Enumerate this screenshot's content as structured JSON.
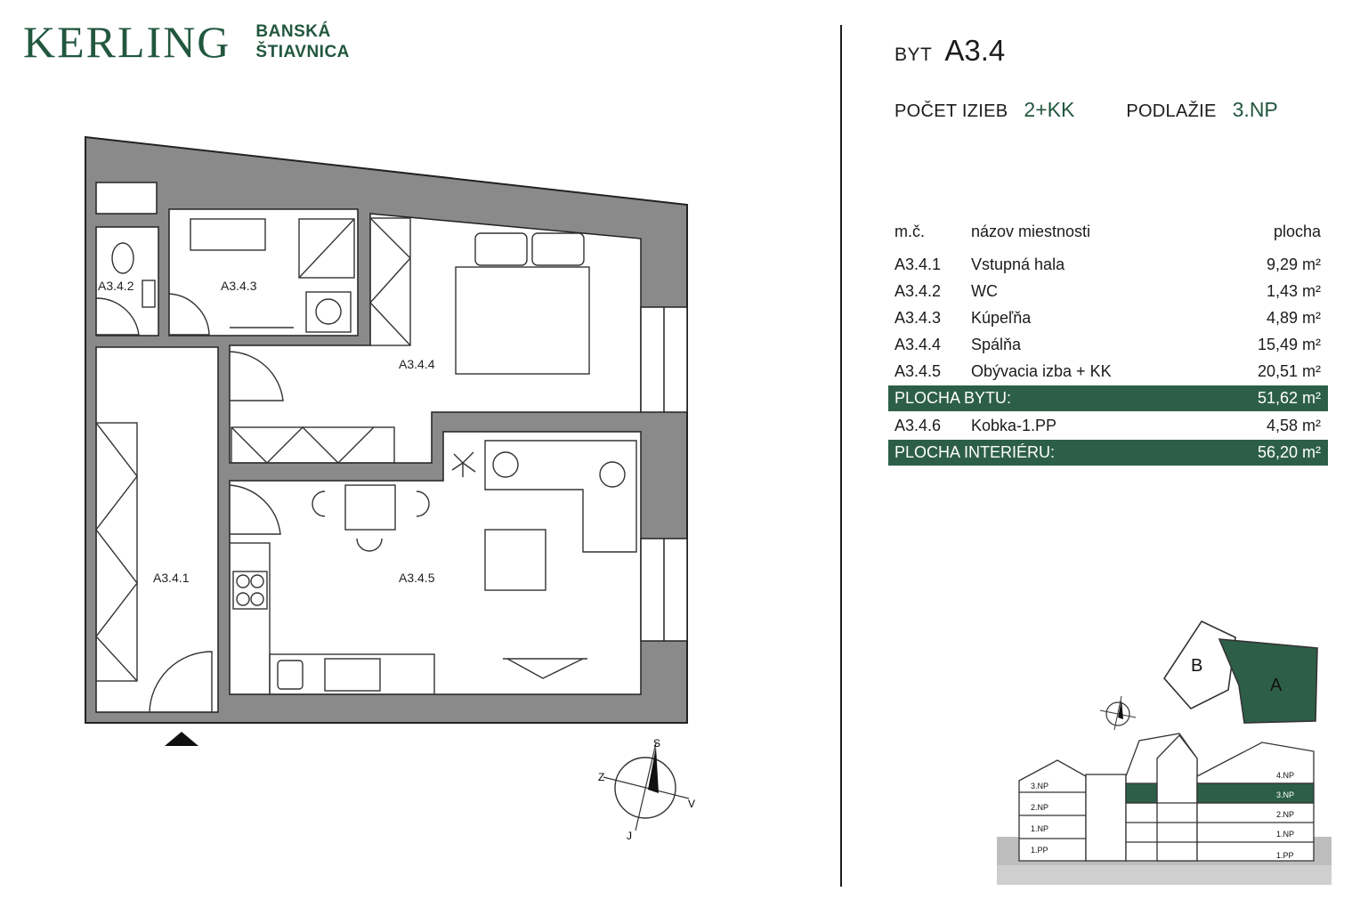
{
  "brand": {
    "name": "KERLING",
    "line1": "BANSKÁ",
    "line2": "ŠTIAVNICA"
  },
  "unit": {
    "prefix": "BYT",
    "code": "A3.4"
  },
  "specs": {
    "rooms_label": "POČET IZIEB",
    "rooms_value": "2+KK",
    "floor_label": "PODLAŽIE",
    "floor_value": "3.NP"
  },
  "table": {
    "headers": {
      "number": "m.č.",
      "name": "názov miestnosti",
      "area": "plocha"
    },
    "rooms": [
      {
        "number": "A3.4.1",
        "name": "Vstupná hala",
        "area": "9,29 m²"
      },
      {
        "number": "A3.4.2",
        "name": "WC",
        "area": "1,43 m²"
      },
      {
        "number": "A3.4.3",
        "name": "Kúpeľňa",
        "area": "4,89 m²"
      },
      {
        "number": "A3.4.4",
        "name": "Spálňa",
        "area": "15,49 m²"
      },
      {
        "number": "A3.4.5",
        "name": "Obývacia izba + KK",
        "area": "20,51 m²"
      }
    ],
    "flat_total": {
      "label": "PLOCHA BYTU:",
      "area": "51,62 m²"
    },
    "storage": {
      "number": "A3.4.6",
      "name": "Kobka-1.PP",
      "area": "4,58 m²"
    },
    "interior_total": {
      "label": "PLOCHA INTERIÉRU:",
      "area": "56,20 m²"
    }
  },
  "plan_labels": {
    "hall": "A3.4.1",
    "wc": "A3.4.2",
    "bath": "A3.4.3",
    "bedroom": "A3.4.4",
    "living": "A3.4.5"
  },
  "compass": {
    "north": "S",
    "south": "J",
    "west": "Z",
    "east": "V"
  },
  "site": {
    "building_a": "A",
    "building_b": "B"
  },
  "section": {
    "left_floors": [
      "3.NP",
      "2.NP",
      "1.NP",
      "1.PP"
    ],
    "right_floors": [
      "4.NP",
      "3.NP",
      "2.NP",
      "1.NP",
      "1.PP"
    ],
    "highlight_floor": "3.NP"
  },
  "colors": {
    "brand_green": "#22573f",
    "highlight_green": "#2d5f48",
    "wall_gray": "#8a8a8a"
  }
}
